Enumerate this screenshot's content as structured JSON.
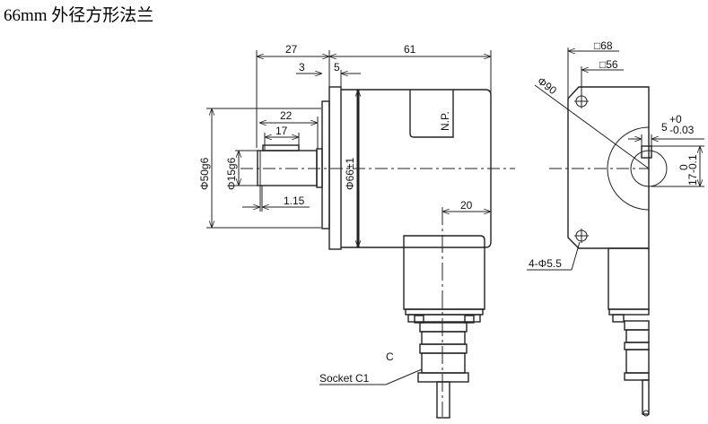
{
  "title": "66mm 外径方形法兰",
  "side_view": {
    "dim_27": "27",
    "dim_61": "61",
    "dim_3": "3",
    "dim_5": "5",
    "dim_22": "22",
    "dim_17": "17",
    "dim_phi50": "Φ50g6",
    "dim_phi15": "Φ15g6",
    "dim_phi66": "Φ66±1",
    "dim_1_15": "1.15",
    "dim_20": "20",
    "nameplate": "N.P.",
    "connector_label": "C",
    "socket_label": "Socket C1"
  },
  "front_view": {
    "square_68": "□68",
    "square_56": "□56",
    "phi90": "Φ90",
    "key_width": "5",
    "key_width_tol_upper": "+0",
    "key_width_tol_lower": "-0.03",
    "key_height": "17",
    "key_height_tol_upper": "0",
    "key_height_tol_lower": "-0.1",
    "holes": "4-Φ5.5"
  }
}
